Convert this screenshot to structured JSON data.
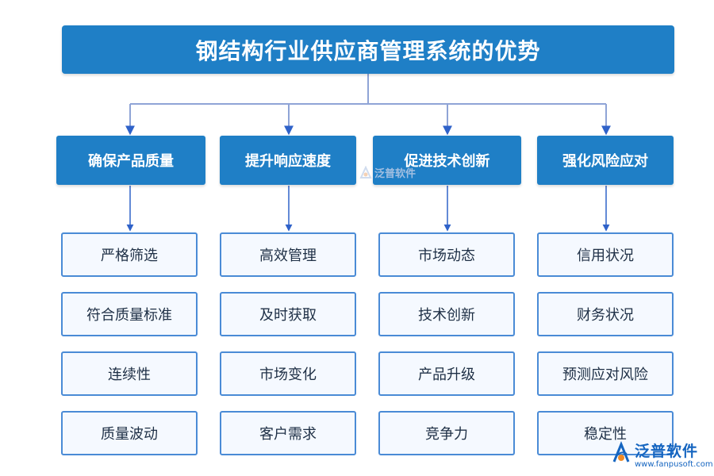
{
  "title": "钢结构行业供应商管理系统的优势",
  "categories": [
    {
      "label": "确保产品质量",
      "items": [
        "严格筛选",
        "符合质量标准",
        "连续性",
        "质量波动"
      ]
    },
    {
      "label": "提升响应速度",
      "items": [
        "高效管理",
        "及时获取",
        "市场变化",
        "客户需求"
      ]
    },
    {
      "label": "促进技术创新",
      "items": [
        "市场动态",
        "技术创新",
        "产品升级",
        "竞争力"
      ]
    },
    {
      "label": "强化风险应对",
      "items": [
        "信用状况",
        "财务状况",
        "预测应对风险",
        "稳定性"
      ]
    }
  ],
  "colors": {
    "box_fill": "#1f7fc6",
    "item_border": "#4a8bd6",
    "item_fill": "#f5f9ff",
    "connector": "#8fa4d6",
    "arrow": "#2f62c9"
  },
  "watermark": {
    "text": "泛普软件"
  },
  "brand": {
    "name": "泛普软件",
    "url": "www.fanpusoft.com",
    "icon": "fanpu-logo-icon"
  }
}
